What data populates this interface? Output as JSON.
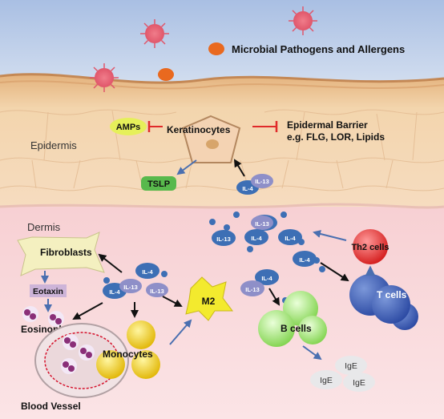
{
  "layers": {
    "epidermis": "Epidermis",
    "dermis": "Dermis"
  },
  "top": {
    "pathogens": "Microbial Pathogens and Allergens"
  },
  "keratinocyte": {
    "label": "Keratinocytes",
    "amps": "AMPs",
    "tslp": "TSLP",
    "barrier_line1": "Epidermal Barrier",
    "barrier_line2": "e.g. FLG, LOR, Lipids"
  },
  "cells": {
    "fibroblasts": "Fibroblasts",
    "eotaxin": "Eotaxin",
    "eosinophils": "Eosinophils",
    "monocytes": "Monocytes",
    "m2": "M2",
    "blood_vessel": "Blood Vessel",
    "b_cells": "B cells",
    "t_cells": "T cells",
    "th2_cells": "Th2 cells",
    "ige": "IgE"
  },
  "cytokines": {
    "il4": "IL-4",
    "il13": "IL-13"
  },
  "colors": {
    "sky": "#b9cbe6",
    "epidermis": "#f1cfa4",
    "dermis": "#f9d9dc",
    "arrow_blue": "#4a6fb0",
    "inhibit_red": "#e02a2a",
    "il4_blue": "#3d6fb5",
    "il13_lavender": "#8e8fc8"
  }
}
